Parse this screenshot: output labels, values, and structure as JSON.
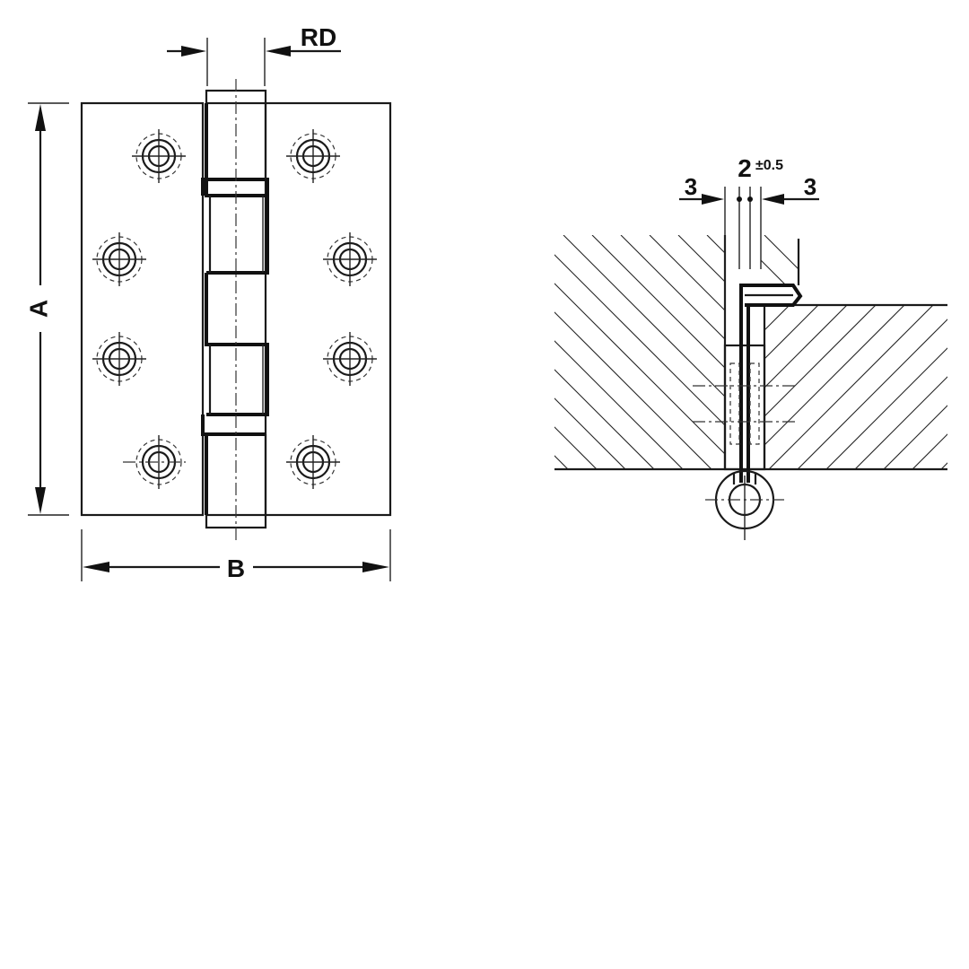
{
  "front_view": {
    "dim_height_label": "A",
    "dim_width_label": "B",
    "dim_knuckle_label": "RD"
  },
  "section_view": {
    "dim_gap_value": "2",
    "dim_gap_tolerance": "±0.5",
    "dim_left_offset": "3",
    "dim_right_offset": "3"
  },
  "colors": {
    "line": "#1a1a1a",
    "background": "#ffffff"
  }
}
